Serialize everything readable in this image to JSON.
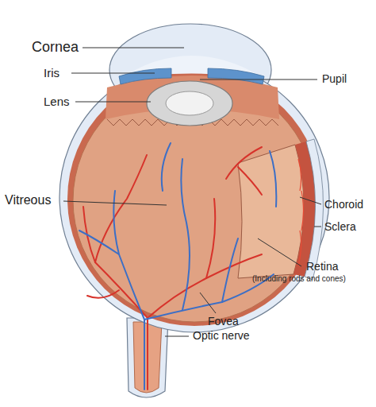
{
  "diagram": {
    "labels": [
      "Cornea",
      "Iris",
      "Pupil",
      "Lens",
      "Vitreous",
      "Choroid",
      "Sclera",
      "Retina",
      "(Including rods and cones)",
      "Fovea",
      "Optic nerve"
    ]
  }
}
